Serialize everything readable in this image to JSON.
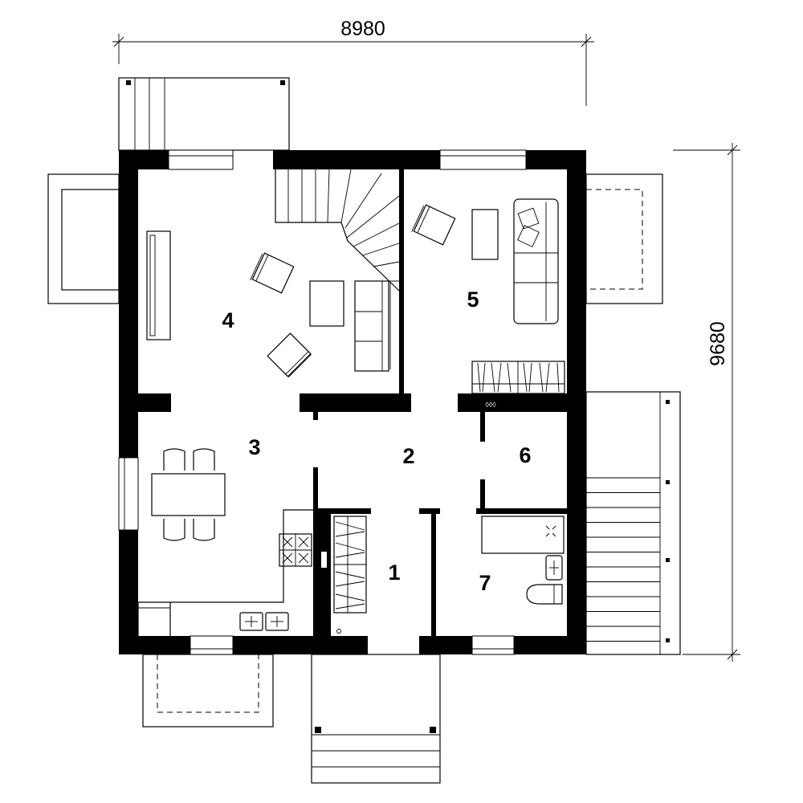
{
  "dimensions": {
    "width_label": "8980",
    "height_label": "9680"
  },
  "rooms": [
    {
      "number": "1"
    },
    {
      "number": "2"
    },
    {
      "number": "3"
    },
    {
      "number": "4"
    },
    {
      "number": "5"
    },
    {
      "number": "6"
    },
    {
      "number": "7"
    }
  ]
}
